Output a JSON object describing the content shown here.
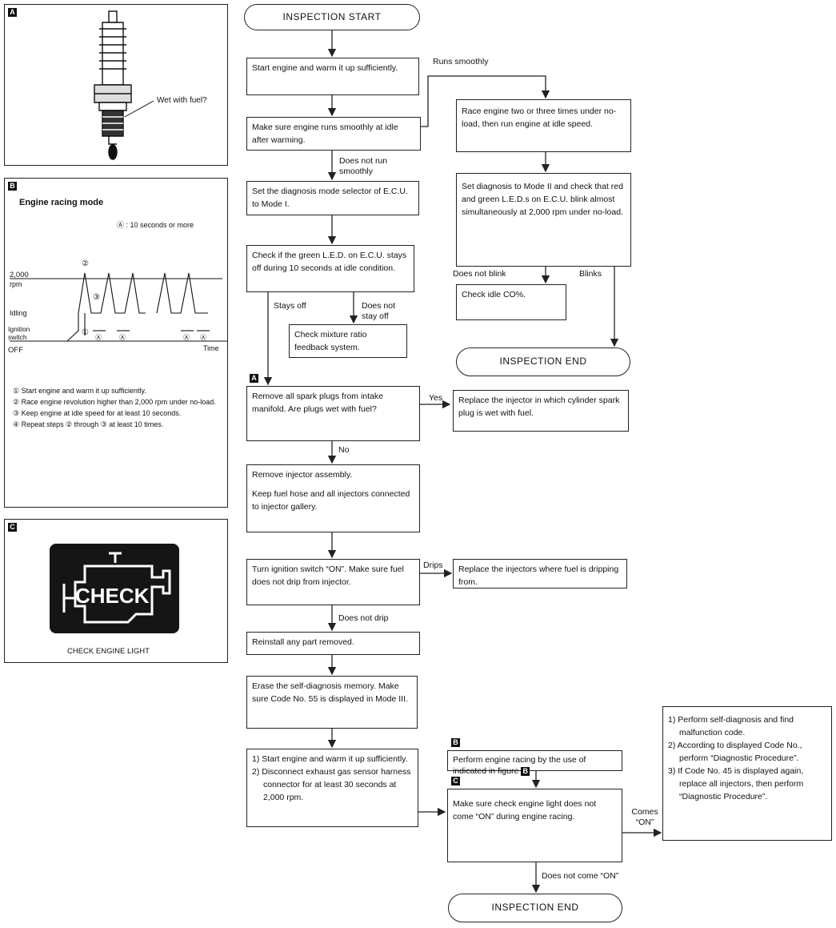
{
  "panels": {
    "a": {
      "tag": "A",
      "callout": "Wet with fuel?"
    },
    "b": {
      "tag": "B",
      "title": "Engine racing mode",
      "note": "Ⓐ : 10 seconds or more",
      "y_value": "2,000",
      "y_unit": "rpm",
      "idling": "Idling",
      "ignition": "Ignition switch",
      "off": "OFF",
      "time": "Time",
      "marks": [
        "②",
        "③",
        "①",
        "Ⓐ",
        "Ⓐ",
        "Ⓐ",
        "Ⓐ"
      ],
      "steps": [
        "① Start engine and warm it up sufficiently.",
        "② Race engine revolution higher than 2,000 rpm under no-load.",
        "③ Keep engine at idle speed for at least 10 seconds.",
        "④ Repeat steps ② through ③ at least 10 times."
      ]
    },
    "c": {
      "tag": "C",
      "word": "CHECK",
      "caption": "CHECK ENGINE LIGHT"
    }
  },
  "flow": {
    "start": "INSPECTION START",
    "b1": "Start engine and warm it up sufficiently.",
    "b2": "Make sure engine runs smoothly at idle after warming.",
    "b3": "Set the diagnosis mode selector of E.C.U. to Mode I.",
    "b4": "Check if the green L.E.D. on E.C.U. stays off during 10 seconds at idle condition.",
    "b5": "Check mixture ratio feedback system.",
    "b6": "Remove all spark plugs from intake manifold. Are plugs wet with fuel?",
    "b7": "Replace the injector in which cylinder spark plug is wet with fuel.",
    "b8a": "Remove injector assembly.",
    "b8b": "Keep fuel hose and all injectors connected to injector gallery.",
    "b9": "Turn ignition switch “ON”. Make sure fuel does not drip from injector.",
    "b10": "Replace the injectors where fuel is dripping from.",
    "b11": "Reinstall any part removed.",
    "b12": "Erase the self-diagnosis memory. Make sure Code No. 55 is displayed in Mode III.",
    "b13": [
      "1) Start engine and warm it up sufficiently.",
      "2) Disconnect exhaust gas sensor harness connector for at least 30 seconds at 2,000 rpm."
    ],
    "b14": "Perform engine racing by the use of indicated in figure",
    "b15": "Make sure check engine light does not come “ON” during engine racing.",
    "b16": [
      "1) Perform self-diagnosis and find malfunction code.",
      "2) According to displayed Code No., perform “Diagnostic Procedure”.",
      "3) If Code No. 45 is displayed again, replace all injectors, then perform “Diagnostic Procedure”."
    ],
    "r1": "Race engine two or three times under no-load, then run engine at idle speed.",
    "r2": "Set diagnosis to Mode II and check that red and green L.E.D.s on E.C.U. blink almost simultaneously at 2,000 rpm under no-load.",
    "r3": "Check idle CO%.",
    "end1": "INSPECTION END",
    "end2": "INSPECTION END",
    "tags": {
      "a": "A",
      "b": "B",
      "c": "C"
    }
  },
  "labels": {
    "runs_smoothly": "Runs smoothly",
    "does_not_run": "Does not run smoothly",
    "stays_off": "Stays off",
    "does_not_stay": "Does not stay off",
    "yes": "Yes",
    "no": "No",
    "drips": "Drips",
    "does_not_drip": "Does not drip",
    "does_not_blink": "Does not blink",
    "blinks": "Blinks",
    "comes_on": "Comes “ON”",
    "does_not_come": "Does not come “ON”"
  }
}
